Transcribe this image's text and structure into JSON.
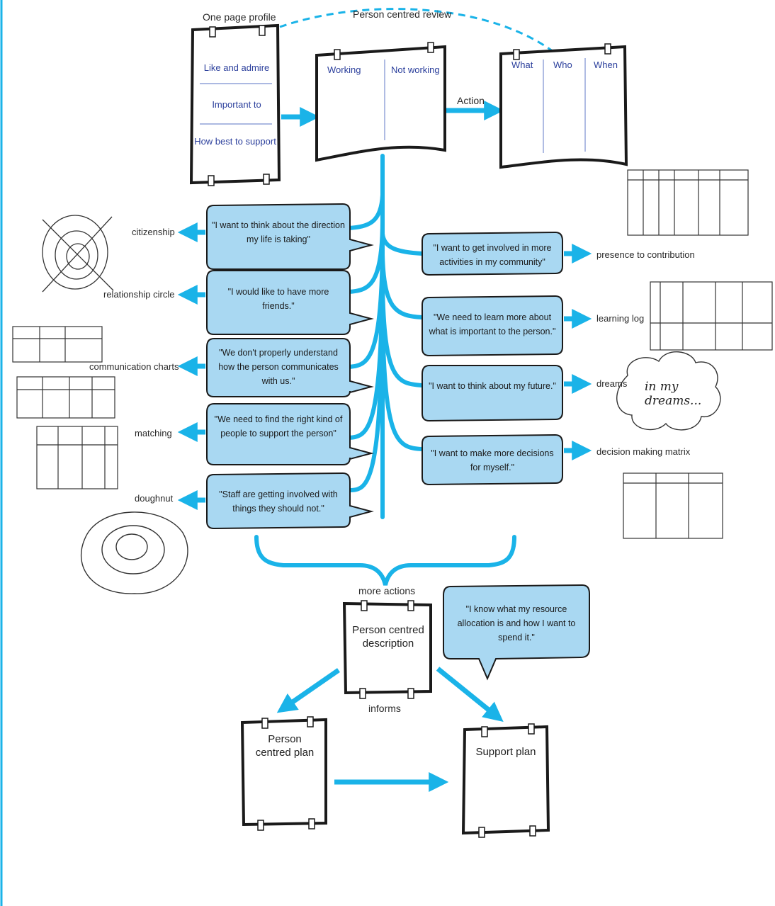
{
  "colors": {
    "accent": "#1ab3e8",
    "bubble": "#a9d8f2",
    "paper_stroke": "#1a1a1a",
    "header_text": "#2b3f9c"
  },
  "top": {
    "one_page_profile": "One page profile",
    "person_centred_review": "Person centred review",
    "profile_sections": [
      "Like and admire",
      "Important to",
      "How best to support"
    ],
    "review_cols": [
      "Working",
      "Not working"
    ],
    "action_label": "Action",
    "action_cols": [
      "What",
      "Who",
      "When"
    ]
  },
  "left_bubbles": [
    {
      "quote": "\"I want to think about the direction my life is taking\"",
      "tool": "citizenship"
    },
    {
      "quote": "\"I would like to have more friends.\"",
      "tool": "relationship circle"
    },
    {
      "quote": "\"We don't properly understand how the person communicates with us.\"",
      "tool": "communication charts"
    },
    {
      "quote": "\"We need to find the right kind of people to support the person\"",
      "tool": "matching"
    },
    {
      "quote": "\"Staff are getting involved with things they should not.\"",
      "tool": "doughnut"
    }
  ],
  "right_bubbles": [
    {
      "quote": "\"I want to get involved in more activities in my community\"",
      "tool": "presence to contribution"
    },
    {
      "quote": "\"We need to learn more about what is important to the person.\"",
      "tool": "learning log"
    },
    {
      "quote": "\"I want to think about my future.\"",
      "tool": "dreams"
    },
    {
      "quote": "\"I want to make more decisions for myself.\"",
      "tool": "decision making matrix"
    }
  ],
  "dreams_cloud_text": "in my dreams...",
  "bottom": {
    "more_actions": "more actions",
    "resource_quote": "\"I know what my resource allocation is and how I want to spend it.\"",
    "description": "Person centred description",
    "informs": "informs",
    "plan": "Person centred plan",
    "support": "Support plan"
  }
}
